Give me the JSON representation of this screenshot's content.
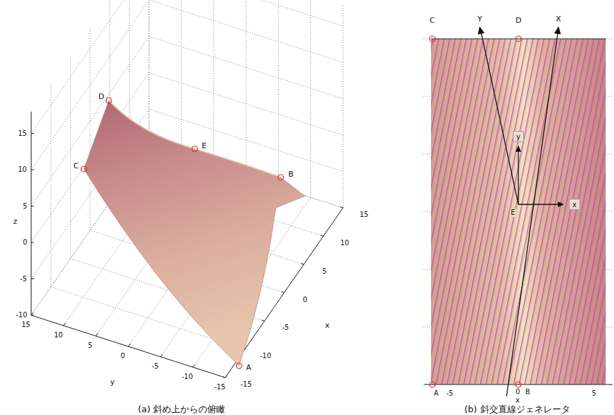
{
  "diagram": {
    "nodes": [
      {
        "text": [
          "y"
        ]
      },
      {
        "text": [
          "x"
        ]
      }
    ],
    "labels": [
      "15",
      "10",
      "5",
      "0",
      "-5",
      "-10",
      "z",
      "15",
      "10",
      "5",
      "0",
      "-5",
      "-10",
      "-15",
      "y",
      "-15",
      "-10",
      "-5",
      "0",
      "5",
      "10",
      "15",
      "x",
      "D",
      "C",
      "E",
      "B",
      "A",
      "C",
      "Y",
      "D",
      "X",
      "E",
      "A",
      "-5",
      "0",
      "B",
      "5",
      "x",
      "(a) 斜め上からの俯瞰",
      "(b) 斜交直線ジェネレータ"
    ]
  }
}
